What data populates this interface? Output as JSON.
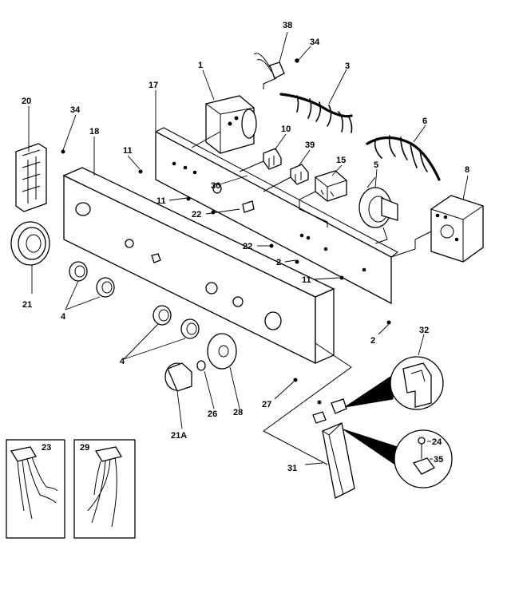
{
  "callouts": {
    "c1": "1",
    "c2a": "2",
    "c2b": "2",
    "c3": "3",
    "c4a": "4",
    "c4b": "4",
    "c5": "5",
    "c6": "6",
    "c8": "8",
    "c10": "10",
    "c11a": "11",
    "c11b": "11",
    "c11c": "11",
    "c15": "15",
    "c17": "17",
    "c18": "18",
    "c20": "20",
    "c21": "21",
    "c21a": "21A",
    "c22a": "22",
    "c22b": "22",
    "c23": "23",
    "c24": "24",
    "c26": "26",
    "c27": "27",
    "c28": "28",
    "c29": "29",
    "c30": "30",
    "c31": "31",
    "c32": "32",
    "c34a": "34",
    "c34b": "34",
    "c35": "35",
    "c38": "38",
    "c39": "39"
  }
}
